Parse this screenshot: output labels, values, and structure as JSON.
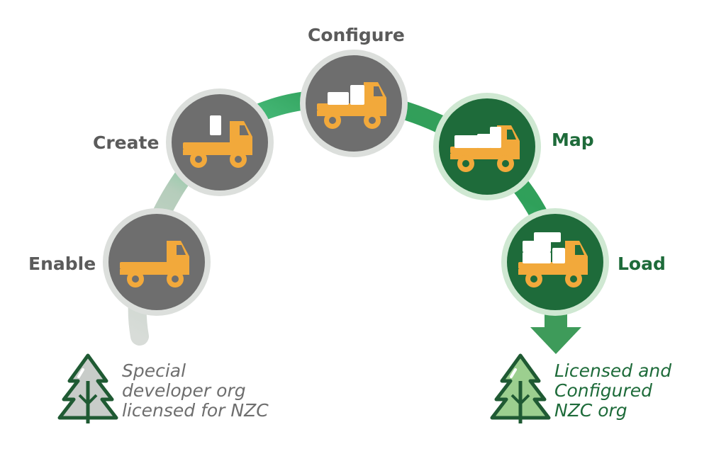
{
  "steps": [
    {
      "label": "Enable",
      "stage": "dark",
      "cargo": 0
    },
    {
      "label": "Create",
      "stage": "dark",
      "cargo": 1
    },
    {
      "label": "Configure",
      "stage": "dark",
      "cargo": 2
    },
    {
      "label": "Map",
      "stage": "green",
      "cargo": 3
    },
    {
      "label": "Load",
      "stage": "green",
      "cargo": 4
    }
  ],
  "start_note": {
    "lines": [
      "Special",
      "developer org",
      "licensed for NZC"
    ],
    "icon": "pine-tree-icon"
  },
  "end_note": {
    "lines": [
      "Licensed and",
      "Configured",
      "NZC org"
    ],
    "icon": "pine-tree-icon"
  },
  "colors": {
    "truck": "#F2A93B",
    "cargo": "#FFFFFF",
    "circle_dark": "#6E6E6E",
    "circle_green": "#1E6B3A",
    "ring": "#DCDFDC",
    "ring_green": "#CFE8D2",
    "label_dark": "#5B5B5B",
    "label_green": "#1E6B3A",
    "arrow": "#3E9B5A",
    "tree_outline": "#1F5A33",
    "tree_fill_gray": "#C8CCC9",
    "tree_fill_green": "#9CCF8F"
  }
}
